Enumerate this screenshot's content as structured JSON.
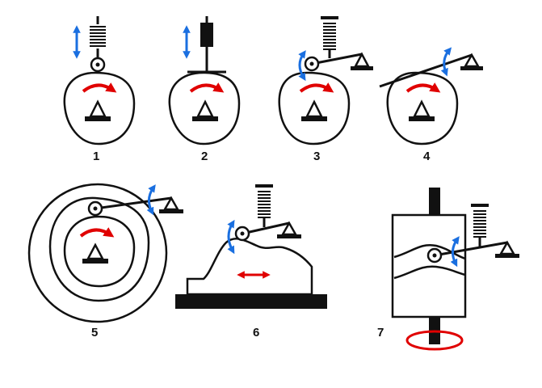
{
  "colors": {
    "ink": "#111111",
    "motion_red": "#e00000",
    "motion_blue": "#1a6fe0",
    "background": "#ffffff"
  },
  "mechanisms": [
    {
      "label": "1",
      "icons": [
        "roller-follower-icon",
        "spring-icon",
        "cam-icon",
        "pivot-support-icon"
      ]
    },
    {
      "label": "2",
      "icons": [
        "flat-face-follower-icon",
        "cam-icon",
        "pivot-support-icon"
      ]
    },
    {
      "label": "3",
      "icons": [
        "rocker-roller-follower-icon",
        "spring-icon",
        "cam-icon",
        "pivot-support-icon"
      ]
    },
    {
      "label": "4",
      "icons": [
        "rocker-flat-follower-icon",
        "cam-icon",
        "pivot-support-icon"
      ]
    },
    {
      "label": "5",
      "icons": [
        "groove-face-cam-icon",
        "rocker-roller-follower-icon",
        "pivot-support-icon"
      ]
    },
    {
      "label": "6",
      "icons": [
        "translating-cam-icon",
        "rocker-roller-follower-icon",
        "spring-icon"
      ]
    },
    {
      "label": "7",
      "icons": [
        "cylindrical-cam-icon",
        "rocker-roller-follower-icon",
        "spring-icon"
      ]
    }
  ]
}
